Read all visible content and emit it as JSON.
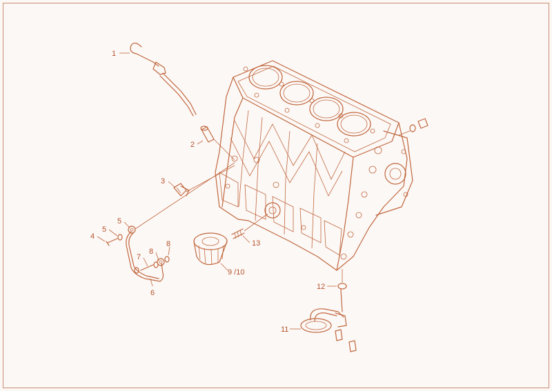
{
  "diagram": {
    "title": "",
    "colors": {
      "line": "#c0673d",
      "label": "#b5532a",
      "frame": "#c98e72",
      "background": "#fcf8f6"
    },
    "callouts": [
      {
        "id": "c1",
        "text": "1"
      },
      {
        "id": "c2",
        "text": "2"
      },
      {
        "id": "c3",
        "text": "3"
      },
      {
        "id": "c4",
        "text": "4"
      },
      {
        "id": "c5a",
        "text": "5"
      },
      {
        "id": "c5b",
        "text": "5"
      },
      {
        "id": "c6",
        "text": "6"
      },
      {
        "id": "c7",
        "text": "7"
      },
      {
        "id": "c8a",
        "text": "8"
      },
      {
        "id": "c8b",
        "text": "8"
      },
      {
        "id": "c910",
        "text": "9 /10"
      },
      {
        "id": "c11",
        "text": "11"
      },
      {
        "id": "c12",
        "text": "12"
      },
      {
        "id": "c13",
        "text": "13"
      }
    ]
  }
}
